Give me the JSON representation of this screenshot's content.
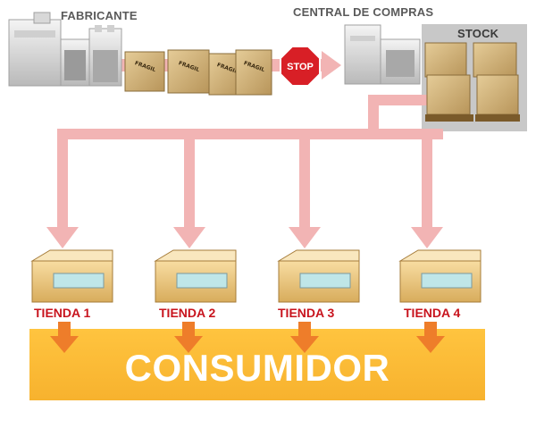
{
  "labels": {
    "manufacturer": "FABRICANTE",
    "purchasing": "CENTRAL DE COMPRAS",
    "stock": "STOCK",
    "stop": "STOP",
    "consumer": "CONSUMIDOR"
  },
  "box_label": "FRAGIL",
  "stores": [
    {
      "name": "TIENDA 1"
    },
    {
      "name": "TIENDA 2"
    },
    {
      "name": "TIENDA 3"
    },
    {
      "name": "TIENDA 4"
    }
  ],
  "colors": {
    "flow_arrow": "#f2b4b4",
    "consumer_band": "#fbbf3a",
    "down_arrow": "#ee7d2a",
    "store_label": "#c8141e",
    "stop_sign": "#d81f26"
  }
}
